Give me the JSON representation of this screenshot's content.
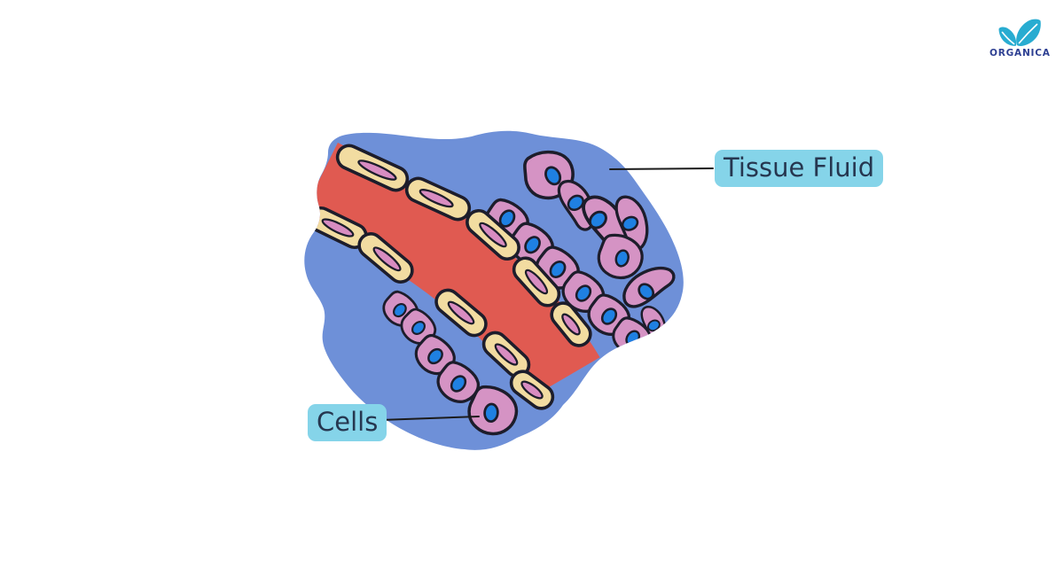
{
  "labels": {
    "tissue_fluid": "Tissue Fluid",
    "cells": "Cells"
  },
  "logo": {
    "brand": "ORGANICA"
  },
  "colors": {
    "canvas_white": "#FFFFFF",
    "tissue_fluid_blue": "#6E90D8",
    "vessel_red": "#E05A51",
    "vessel_wall_cream": "#F2DCA1",
    "vessel_wall_nucleus_pink": "#D88CC1",
    "cell_pink": "#D593C4",
    "cell_nucleus_blue": "#1F80E2",
    "outline_dark": "#1D1D2B",
    "label_bg_cyan": "#85D4E9",
    "label_text_navy": "#263750",
    "leader_line_black": "#1B1B1B",
    "logo_teal": "#28ACD1",
    "logo_text_navy": "#2D3F92"
  }
}
